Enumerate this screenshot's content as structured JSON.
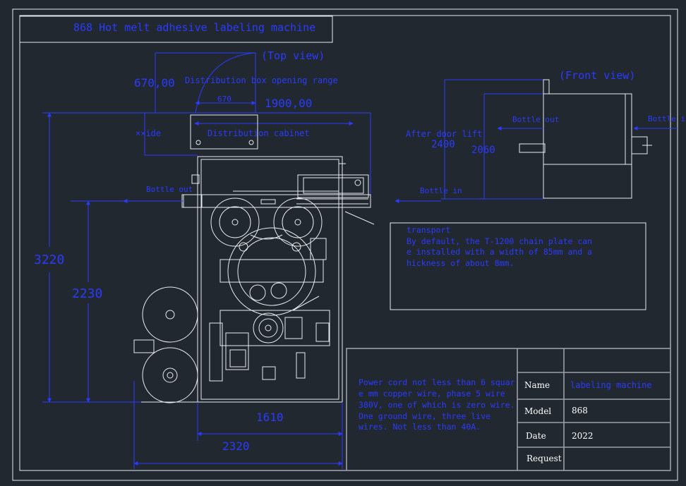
{
  "title": "868 Hot melt adhesive labeling machine",
  "top_view": {
    "label": "(Top view)",
    "dim_670_00": "670,00",
    "dist_box_range": "Distribution box opening range",
    "dim_670": "670",
    "dim_1900": "1900,00",
    "left_label": "××ide",
    "dist_cabinet": "Distribution cabinet",
    "bottle_out": "Bottle out"
  },
  "front_view": {
    "label": "(Front view)",
    "bottle_out": "Bottle out",
    "bottle_in_right": "Bottle i",
    "after_door_lift": "After door lift",
    "dim_2400": "2400",
    "dim_2060": "2060",
    "bottle_in": "Bottle in"
  },
  "dimensions": {
    "d3220": "3220",
    "d2230": "2230",
    "d1610": "1610",
    "d2320": "2320"
  },
  "transport_note": {
    "heading": "transport",
    "lines": [
      "By default, the T-1200 chain plate can",
      "e installed with a width of 85mm and a",
      "hickness of about 8mm."
    ]
  },
  "power_note": {
    "lines": [
      "Power cord not less than 6 squar",
      "e mm copper wire, phase 5 wire",
      "380V, one of which is zero wire.",
      "One ground wire, three live",
      "wires. Not less than 40A."
    ]
  },
  "table": {
    "name_label": "Name",
    "name_value": "labeling machine",
    "model_label": "Model",
    "model_value": "868",
    "date_label": "Date",
    "date_value": "2022",
    "request_label": "Request",
    "request_value": ""
  }
}
